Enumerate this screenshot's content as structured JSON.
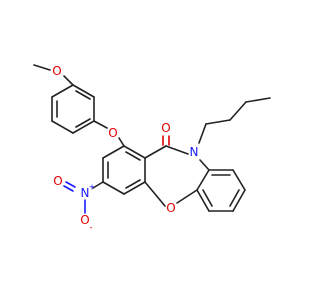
{
  "molecule": {
    "atoms": {
      "methoxy_o": "O",
      "ether_o": "O",
      "carbonyl_o": "O",
      "amide_n": "N",
      "ring_o": "O",
      "nitro_n": "N",
      "nitro_n_charge": "+",
      "nitro_o_single": "O",
      "nitro_o_single_charge": "-",
      "nitro_o_double": "O"
    }
  },
  "colors": {
    "bond": "#222222",
    "oxygen": "#e00000",
    "nitrogen": "#1a1aff",
    "background": "#ffffff"
  }
}
